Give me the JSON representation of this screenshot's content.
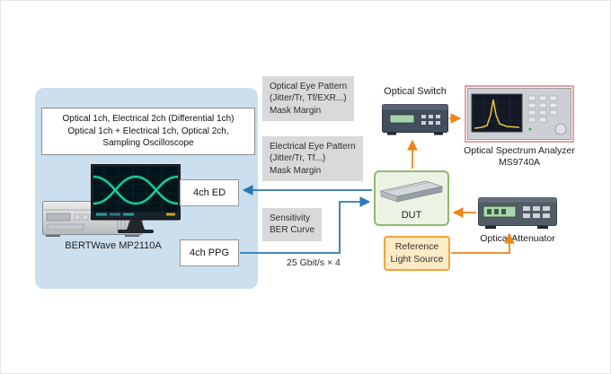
{
  "diagram": {
    "bertwave": {
      "spec_line1": "Optical 1ch, Electrical 2ch (Differential 1ch)",
      "spec_line2": "Optical 1ch + Electrical 1ch, Optical 2ch,",
      "spec_line3": "Sampling Oscilloscope",
      "label": "BERTWave  MP2110A",
      "ed": "4ch ED",
      "ppg": "4ch PPG"
    },
    "measurements": {
      "optical_eye_1": "Optical Eye Pattern",
      "optical_eye_2": "(Jitter/Tr, Tf/EXR...)",
      "optical_eye_3": "Mask Margin",
      "electrical_eye_1": "Electrical Eye Pattern",
      "electrical_eye_2": "(Jitter/Tr, Tf...)",
      "electrical_eye_3": "Mask Margin",
      "sensitivity_1": "Sensitivity",
      "sensitivity_2": "BER Curve"
    },
    "devices": {
      "optical_switch": "Optical Switch",
      "osa_name": "Optical Spectrum Analyzer",
      "osa_model": "MS9740A",
      "dut": "DUT",
      "rls_1": "Reference",
      "rls_2": "Light Source",
      "attenuator": "Optical Attenuator"
    },
    "signal": {
      "bitrate": "25 Gbit/s × 4"
    },
    "colors": {
      "panel_blue": "#cbdfee",
      "note_gray": "#d9d9d9",
      "arrow_blue": "#2e77b5",
      "arrow_orange": "#f08419",
      "dut_border": "#8fb871",
      "dut_fill": "#edf3e4",
      "rls_border": "#f2a33c",
      "rls_fill": "#fdeac6",
      "osa_border": "#e2a1a1"
    }
  }
}
